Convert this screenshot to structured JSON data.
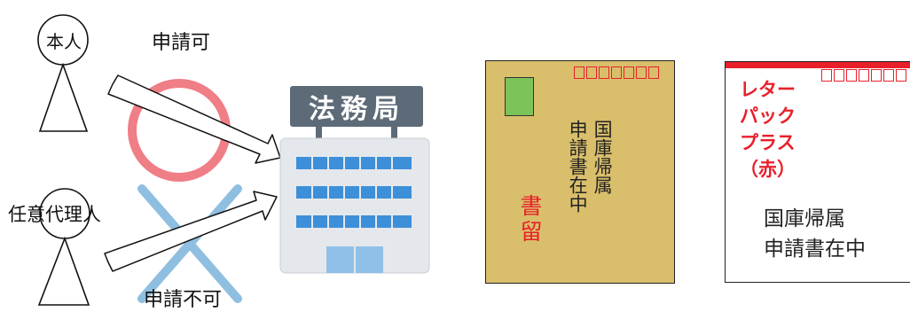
{
  "left_section": {
    "person1_label": "本人",
    "permitted_label": "申請可",
    "person2_label": "任意代理人",
    "not_permitted_label": "申請不可",
    "building_sign": "法務局"
  },
  "envelope": {
    "postal_code_box_count": 7,
    "address_line1": "国庫帰属",
    "address_line2": "申請書在中",
    "registered_mark": "書留",
    "colors": {
      "paper": "#d9bf6b",
      "stamp": "#7cc35a",
      "red": "#e8202a"
    }
  },
  "letterpack": {
    "postal_code_box_count": 7,
    "brand_text": "レターパックプラス（赤）",
    "address_line1": "国庫帰属",
    "address_line2": "申請書在中"
  }
}
